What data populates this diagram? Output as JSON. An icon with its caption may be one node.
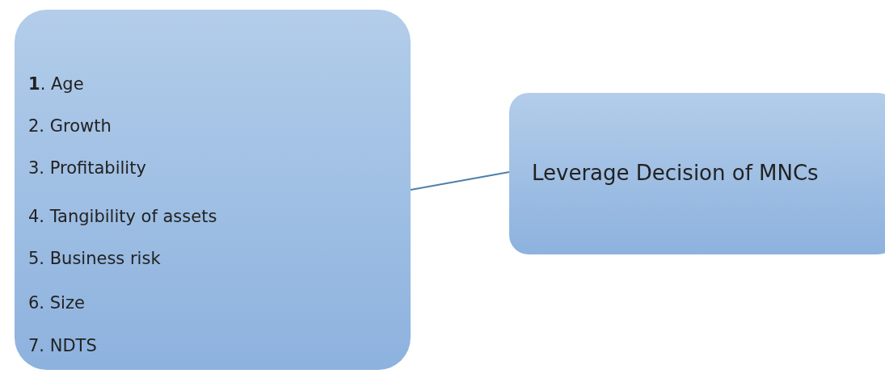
{
  "diagram": {
    "nodes": [
      {
        "text": [
          "**1**. Age",
          "2. Growth",
          "3. Profitability",
          "4. Tangibility of assets",
          "5. Business risk",
          "6. Size",
          "7. NDTS"
        ]
      },
      {
        "text": [
          "Leverage Decision of MNCs"
        ]
      }
    ],
    "edges": [
      {
        "from": 0,
        "to": 1,
        "arrow": "none"
      }
    ]
  }
}
